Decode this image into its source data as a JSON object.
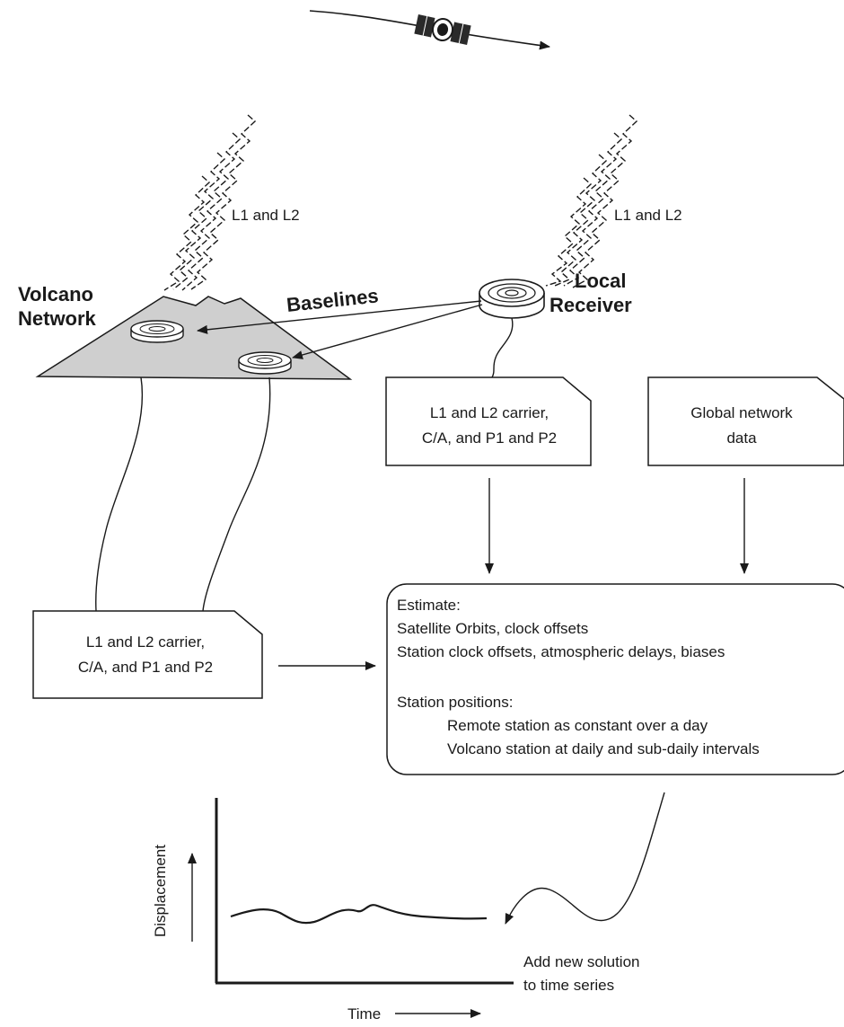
{
  "signals": {
    "left": "L1 and L2",
    "right": "L1 and L2"
  },
  "local_receiver": {
    "line1": "Local",
    "line2": "Receiver"
  },
  "volcano_network": {
    "line1": "Volcano",
    "line2": "Network"
  },
  "baselines": "Baselines",
  "local_data_box": {
    "line1": "L1 and L2 carrier,",
    "line2": "C/A, and P1 and P2"
  },
  "global_data_box": {
    "line1": "Global network",
    "line2": "data"
  },
  "volcano_data_box": {
    "line1": "L1 and L2 carrier,",
    "line2": "C/A, and P1 and P2"
  },
  "estimate_box": {
    "lines": [
      "Estimate:",
      "Satellite Orbits, clock offsets",
      "Station clock offsets, atmospheric delays, biases",
      "",
      "Station positions:",
      "Remote station as constant over a day",
      "Volcano station at daily and sub-daily intervals"
    ]
  },
  "time_series": {
    "y_label": "Displacement",
    "x_label": "Time",
    "note_line1": "Add new solution",
    "note_line2": "to time series"
  }
}
